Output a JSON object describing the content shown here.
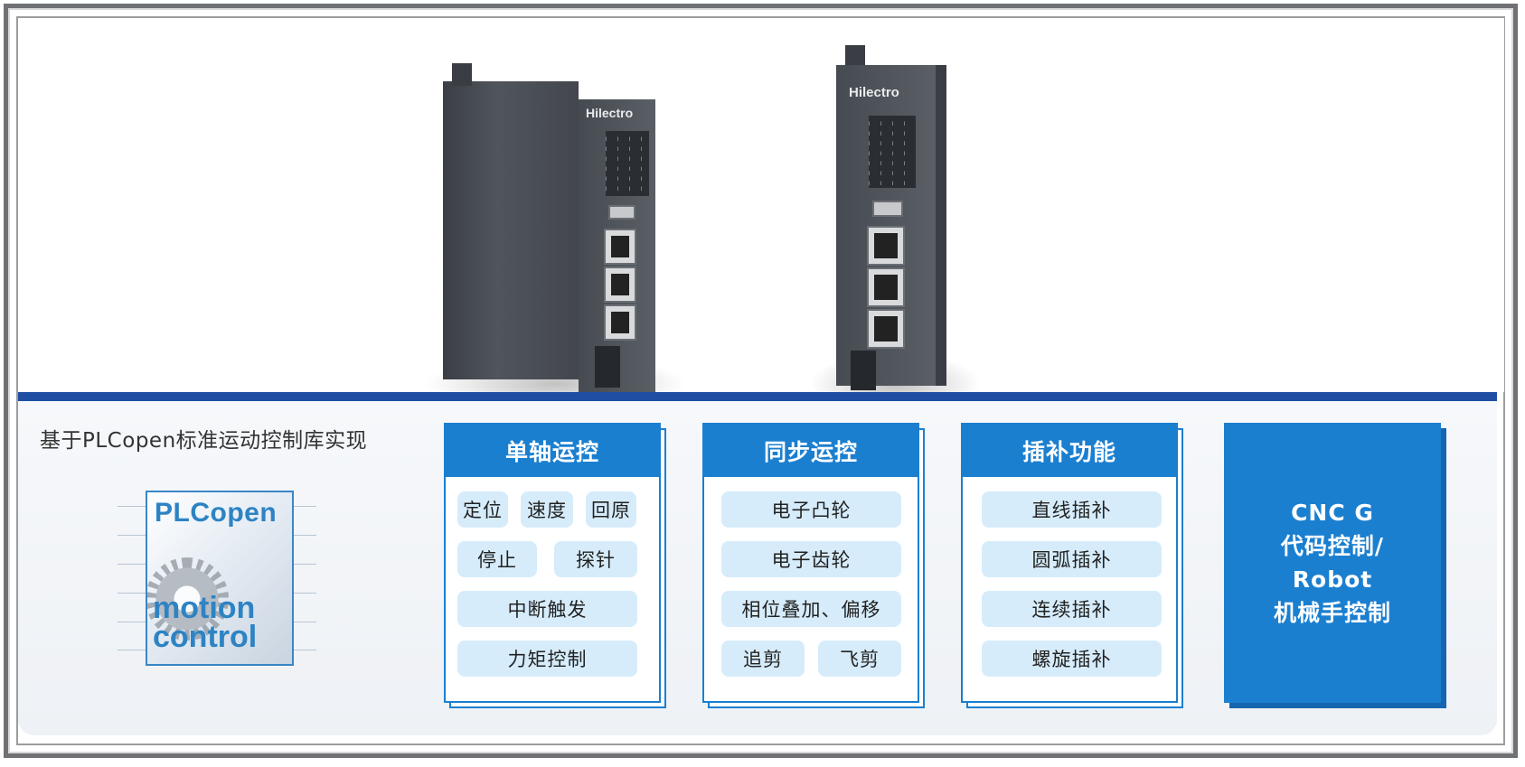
{
  "headline": "基于PLCopen标准运动控制库实现",
  "logo": {
    "top": "PLCopen",
    "bottom_line1": "motion",
    "bottom_line2": "control"
  },
  "devices": [
    {
      "brand": "Hilectro"
    },
    {
      "brand": "Hilectro"
    }
  ],
  "cards": [
    {
      "title": "单轴运控",
      "rows": [
        [
          "定位",
          "速度",
          "回原"
        ],
        [
          "停止",
          "探针"
        ],
        [
          "中断触发"
        ],
        [
          "力矩控制"
        ]
      ]
    },
    {
      "title": "同步运控",
      "rows": [
        [
          "电子凸轮"
        ],
        [
          "电子齿轮"
        ],
        [
          "相位叠加、偏移"
        ],
        [
          "追剪",
          "飞剪"
        ]
      ]
    },
    {
      "title": "插补功能",
      "rows": [
        [
          "直线插补"
        ],
        [
          "圆弧插补"
        ],
        [
          "连续插补"
        ],
        [
          "螺旋插补"
        ]
      ]
    }
  ],
  "cnc": {
    "line1": "CNC G",
    "line2": "代码控制/",
    "line3": "Robot",
    "line4": "机械手控制"
  },
  "colors": {
    "accent": "#1b7fd0",
    "pill": "#d6ecfb",
    "rule": "#1f4fa3",
    "frame": "#6f7174"
  }
}
